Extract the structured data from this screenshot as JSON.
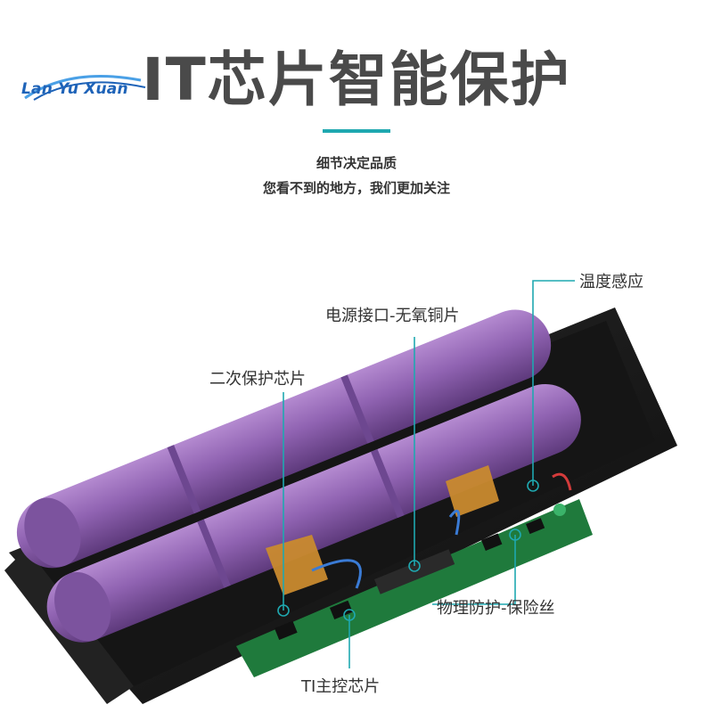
{
  "brand": {
    "logo_text": "Lan Yu Xuan",
    "accent_color": "#1e63b8"
  },
  "header": {
    "title": "IT芯片智能保护",
    "subtitle_line1": "细节决定品质",
    "subtitle_line2": "您看不到的地方，我们更加关注",
    "accent_bar_color": "#1fa8b0"
  },
  "callouts": {
    "temperature": "温度感应",
    "power_port": "电源接口-无氧铜片",
    "secondary_chip": "二次保护芯片",
    "fuse": "物理防护-保险丝",
    "main_chip": "TI主控芯片"
  },
  "colors": {
    "cell": "#8e5fae",
    "case": "#1b1b1b",
    "pcb": "#1f7a3c",
    "tape": "#c98a2e",
    "leader": "#1fa8b0"
  }
}
